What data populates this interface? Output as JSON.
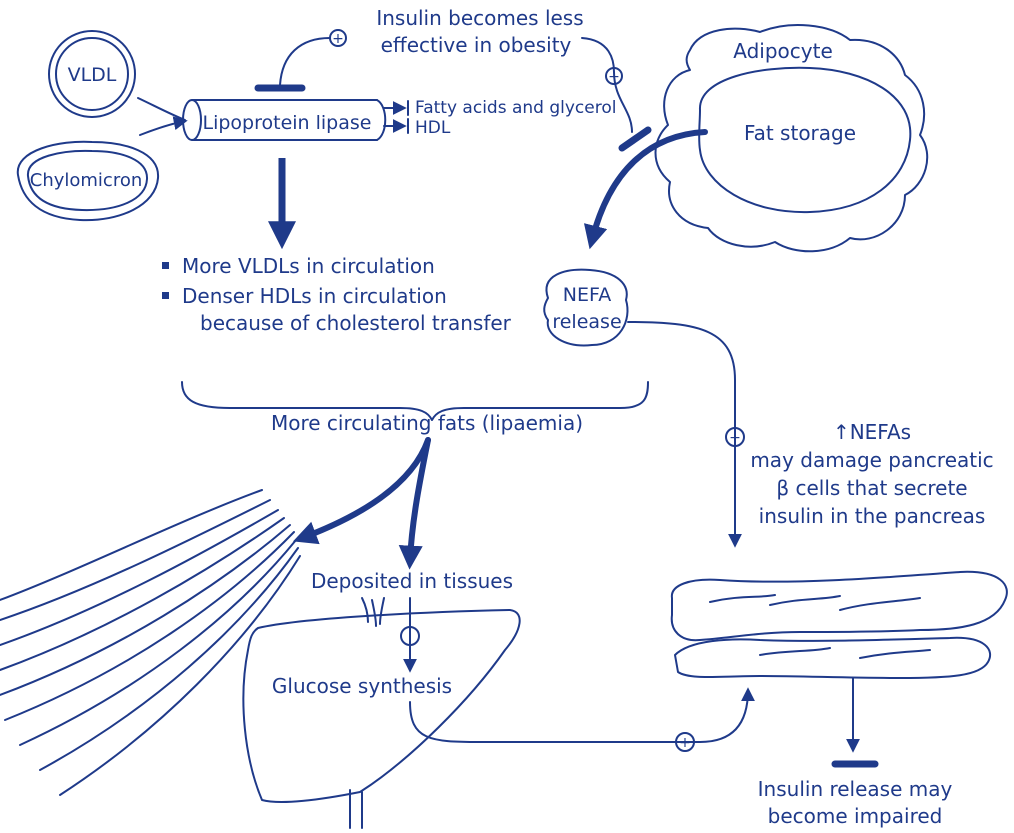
{
  "labels": {
    "vldl": "VLDL",
    "chylomicron": "Chylomicron",
    "lipoprotein_lipase": "Lipoprotein lipase",
    "fatty_acids": "Fatty acids and glycerol",
    "hdl": "HDL",
    "insulin_line1": "Insulin becomes less",
    "insulin_line2": "effective in obesity",
    "adipocyte": "Adipocyte",
    "fat_storage": "Fat storage",
    "bullet1": "More VLDLs in circulation",
    "bullet2_line1": "Denser HDLs in circulation",
    "bullet2_line2": "because of cholesterol transfer",
    "nefa_line1": "NEFA",
    "nefa_line2": "release",
    "lipaemia": "More circulating fats (lipaemia)",
    "nefas_line1": "↑NEFAs",
    "nefas_line2": "may damage pancreatic",
    "nefas_line3": "β cells that secrete",
    "nefas_line4": "insulin in the pancreas",
    "deposited": "Deposited in tissues",
    "glucose": "Glucose synthesis",
    "impaired_line1": "Insulin release may",
    "impaired_line2": "become impaired"
  },
  "signs": {
    "plus": "+",
    "minus": "−"
  },
  "colors": {
    "ink": "#1f3a8a",
    "background": "#ffffff"
  }
}
